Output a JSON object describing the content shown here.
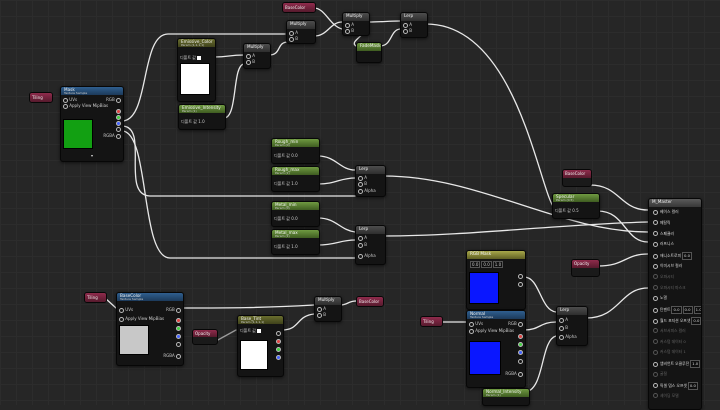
{
  "nodes": {
    "bc_top": {
      "label": "BaseColor"
    },
    "mult_a": {
      "title": "Multiply",
      "pins": [
        "A",
        "B"
      ]
    },
    "mult_b": {
      "title": "Multiply",
      "pins": [
        "A",
        "B"
      ]
    },
    "lerp_top": {
      "title": "Lerp",
      "pins": [
        "A",
        "B"
      ]
    },
    "fresnel": {
      "title": "FadeMask"
    },
    "emis_color": {
      "title": "Emissive_Color",
      "sub": "Param (1,1,1,1)",
      "default": "디폴트 값"
    },
    "emis_int": {
      "title": "Emissive_Intensity",
      "sub": "Param (1)",
      "value": "디폴트 값 1.0"
    },
    "mult_c": {
      "title": "Multiply",
      "pins": [
        "A",
        "B"
      ]
    },
    "tiling_l": {
      "label": "Tiling"
    },
    "mask_tex": {
      "title": "Mask",
      "sub": "Texture Sample",
      "pins": [
        "UVs",
        "Apply View MipBias"
      ],
      "outs": [
        "RGB",
        "R",
        "G",
        "B",
        "A",
        "RGBA"
      ]
    },
    "rough_min": {
      "title": "Rough_min",
      "sub": "Param (0)",
      "value": "디폴트 값 0.0"
    },
    "rough_max": {
      "title": "Rough_max",
      "sub": "Param (1)",
      "value": "디폴트 값 1.0"
    },
    "lerp_r": {
      "title": "Lerp",
      "pins": [
        "A",
        "B",
        "Alpha"
      ]
    },
    "metal_min": {
      "title": "Metal_min",
      "sub": "Param (0)",
      "value": "디폴트 값 0.0"
    },
    "metal_max": {
      "title": "Metal_max",
      "sub": "Param (1)",
      "value": "디폴트 값 1.0"
    },
    "lerp_m": {
      "title": "Lerp",
      "pins": [
        "A",
        "B",
        "Alpha"
      ]
    },
    "bc_get": {
      "label": "BaseColor"
    },
    "specular": {
      "title": "Specular",
      "sub": "Param (0.5)",
      "value": "디폴트 값 0.5"
    },
    "opacity_r": {
      "label": "Opacity"
    },
    "rgb_mask": {
      "title": "RGB Mask",
      "sub": "Param",
      "vals": [
        "0.0",
        "0.0",
        "1.0"
      ]
    },
    "tiling_b": {
      "label": "Tiling"
    },
    "normal_tex": {
      "title": "Normal",
      "sub": "Texture Sample",
      "pins": [
        "UVs",
        "Apply View MipBias"
      ],
      "outs": [
        "RGB",
        "R",
        "G",
        "B",
        "A",
        "RGBA"
      ]
    },
    "lerp_n": {
      "title": "Lerp",
      "pins": [
        "A",
        "B",
        "Alpha"
      ]
    },
    "normal_int": {
      "title": "Normal_Intensity",
      "sub": "Param (1)"
    },
    "tiling_m": {
      "label": "Tiling"
    },
    "basecolor_tex": {
      "title": "BaseColor",
      "sub": "Texture Sample",
      "pins": [
        "UVs",
        "Apply View MipBias"
      ],
      "outs": [
        "RGB",
        "R",
        "G",
        "B",
        "A",
        "RGBA"
      ]
    },
    "opacity_m": {
      "label": "Opacity"
    },
    "base_tint": {
      "title": "Base_Tint",
      "sub": "Param (1,1,1,1)",
      "default": "디폴트 값"
    },
    "mult_d": {
      "title": "Multiply",
      "pins": [
        "A",
        "B"
      ]
    },
    "bc_set": {
      "label": "BaseColor"
    }
  },
  "result": {
    "title": "M_Master",
    "rows": [
      {
        "label": "베이스 컬러",
        "dim": false
      },
      {
        "label": "메탈릭",
        "dim": false
      },
      {
        "label": "스페큘러",
        "dim": false
      },
      {
        "label": "러프니스",
        "dim": false
      },
      {
        "label": "애니소트로피",
        "dim": false,
        "box": "0.0"
      },
      {
        "label": "이미시브 컬러",
        "dim": false
      },
      {
        "label": "오파시티",
        "dim": true
      },
      {
        "label": "오파시티 마스크",
        "dim": true
      },
      {
        "label": "노멀",
        "dim": false
      },
      {
        "label": "탄젠트",
        "dim": false,
        "boxes": [
          "0.0",
          "0.0",
          "1.0"
        ]
      },
      {
        "label": "월드 포지션 오프셋",
        "dim": false,
        "boxes": [
          "0.0",
          "0.0",
          "0.0"
        ]
      },
      {
        "label": "서브서피스 컬러",
        "dim": true
      },
      {
        "label": "커스텀 데이터 0",
        "dim": true
      },
      {
        "label": "커스텀 데이터 1",
        "dim": true
      },
      {
        "label": "앰비언트 오클루전",
        "dim": false,
        "box": "1.0"
      },
      {
        "label": "굴절",
        "dim": true
      },
      {
        "label": "픽셀 뎁스 오프셋",
        "dim": false,
        "box": "0.0"
      },
      {
        "label": "셰이딩 모델",
        "dim": true
      }
    ]
  },
  "colors": {
    "mask_preview": "#12a012",
    "rgbmask_preview": "#0a17ff",
    "normal_preview": "#0a17ff",
    "white_preview": "#ffffff",
    "basecolor_preview": "#c8c8c8"
  }
}
